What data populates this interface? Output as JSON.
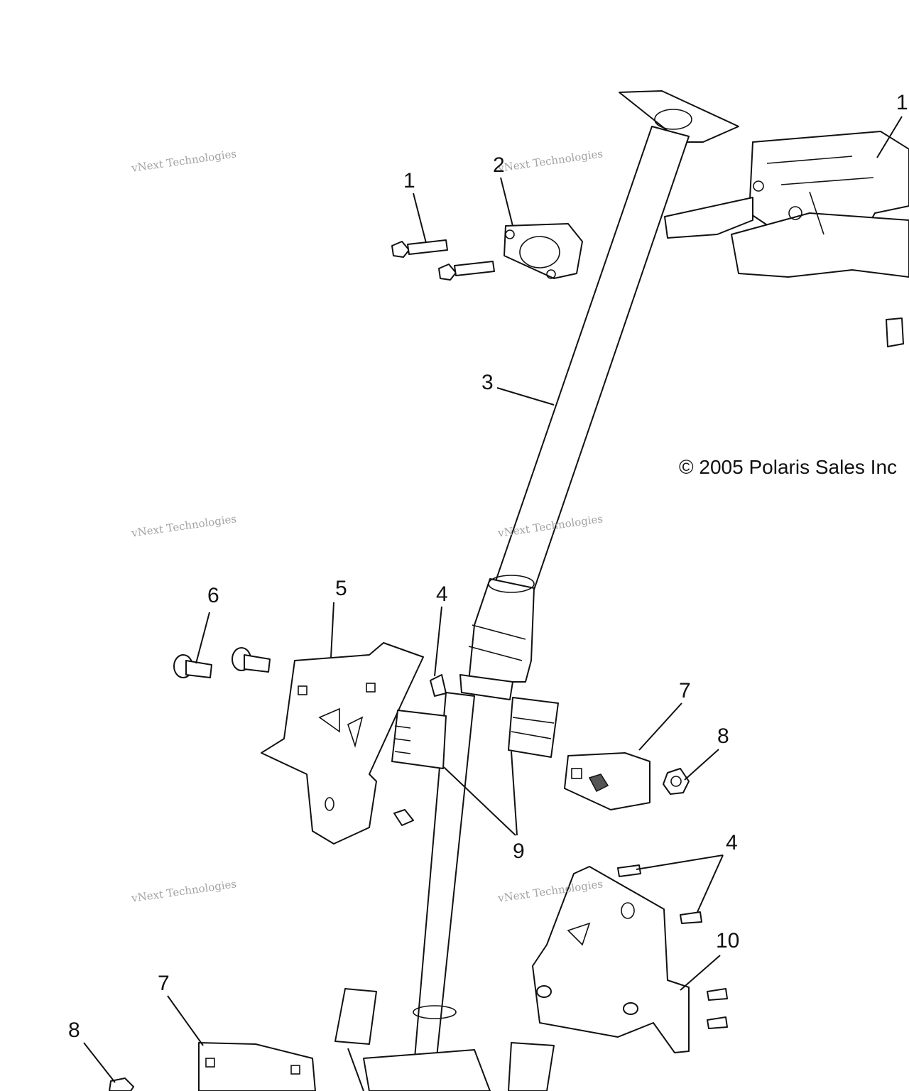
{
  "diagram": {
    "copyright": "© 2005 Polaris Sales Inc",
    "callouts": [
      {
        "id": "c1a",
        "label": "1"
      },
      {
        "id": "c1b",
        "label": "1"
      },
      {
        "id": "c2",
        "label": "2"
      },
      {
        "id": "c3",
        "label": "3"
      },
      {
        "id": "c4a",
        "label": "4"
      },
      {
        "id": "c4b",
        "label": "4"
      },
      {
        "id": "c5",
        "label": "5"
      },
      {
        "id": "c6",
        "label": "6"
      },
      {
        "id": "c7a",
        "label": "7"
      },
      {
        "id": "c7b",
        "label": "7"
      },
      {
        "id": "c8a",
        "label": "8"
      },
      {
        "id": "c8b",
        "label": "8"
      },
      {
        "id": "c9",
        "label": "9"
      },
      {
        "id": "c10",
        "label": "10"
      }
    ],
    "watermark": {
      "line1": "vNext Technologies",
      "line2": "vNext Technologies"
    }
  }
}
